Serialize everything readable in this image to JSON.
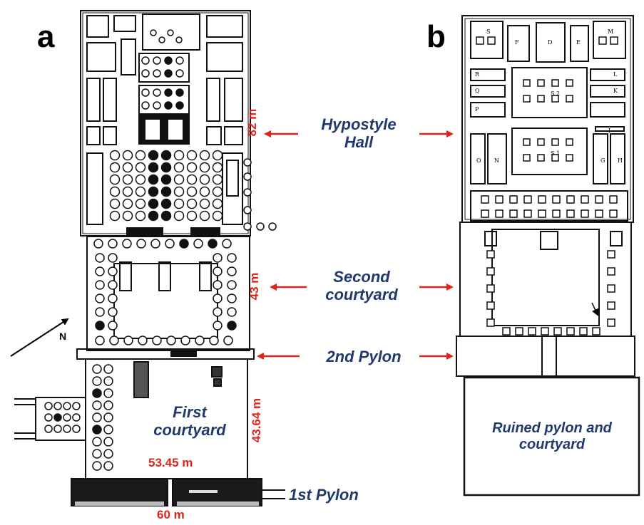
{
  "panels": {
    "a": "a",
    "b": "b"
  },
  "labels": {
    "hypostyle_line1": "Hypostyle",
    "hypostyle_line2": "Hall",
    "second_courtyard_line1": "Second",
    "second_courtyard_line2": "courtyard",
    "second_pylon": "2nd Pylon",
    "first_courtyard_line1": "First",
    "first_courtyard_line2": "courtyard",
    "first_pylon": "1st Pylon",
    "ruined_line1": "Ruined pylon and",
    "ruined_line2": "courtyard",
    "north": "N"
  },
  "dimensions": {
    "d82": "82 m",
    "d43": "43 m",
    "d4364": "43.64 m",
    "d5345": "53.45 m",
    "d60": "60 m"
  },
  "plan_b_room_labels": [
    "S",
    "F",
    "D",
    "E",
    "M",
    "R",
    "L",
    "Q",
    "K",
    "P",
    "S 2",
    "S 1",
    "I",
    "O",
    "N",
    "G",
    "H"
  ],
  "colors": {
    "label": "#1f3a6b",
    "dimension": "#e0231c",
    "line": "#000000"
  }
}
